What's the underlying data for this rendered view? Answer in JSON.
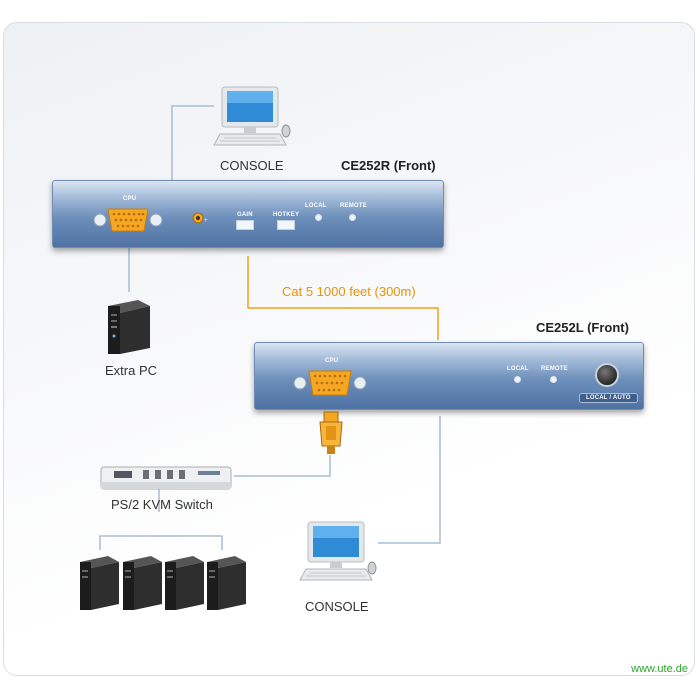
{
  "labels": {
    "console_top": "CONSOLE",
    "console_bottom": "CONSOLE",
    "extra_pc": "Extra PC",
    "kvm_switch": "PS/2 KVM Switch",
    "cable": "Cat 5 1000 feet (300m)"
  },
  "ce252r": {
    "title": "CE252R (Front)",
    "cpu": "CPU",
    "gain": "GAIN",
    "hotkey": "HOTKEY",
    "local": "LOCAL",
    "remote": "REMOTE"
  },
  "ce252l": {
    "title": "CE252L (Front)",
    "cpu": "CPU",
    "local": "LOCAL",
    "remote": "REMOTE",
    "mode_button": "LOCAL / AUTO"
  },
  "footer": "www.ute.de",
  "colors": {
    "cable": "#f0a020",
    "connector_line": "#9fb7cf",
    "unit_blue": "#5b7fae",
    "footer": "#2da32d"
  }
}
